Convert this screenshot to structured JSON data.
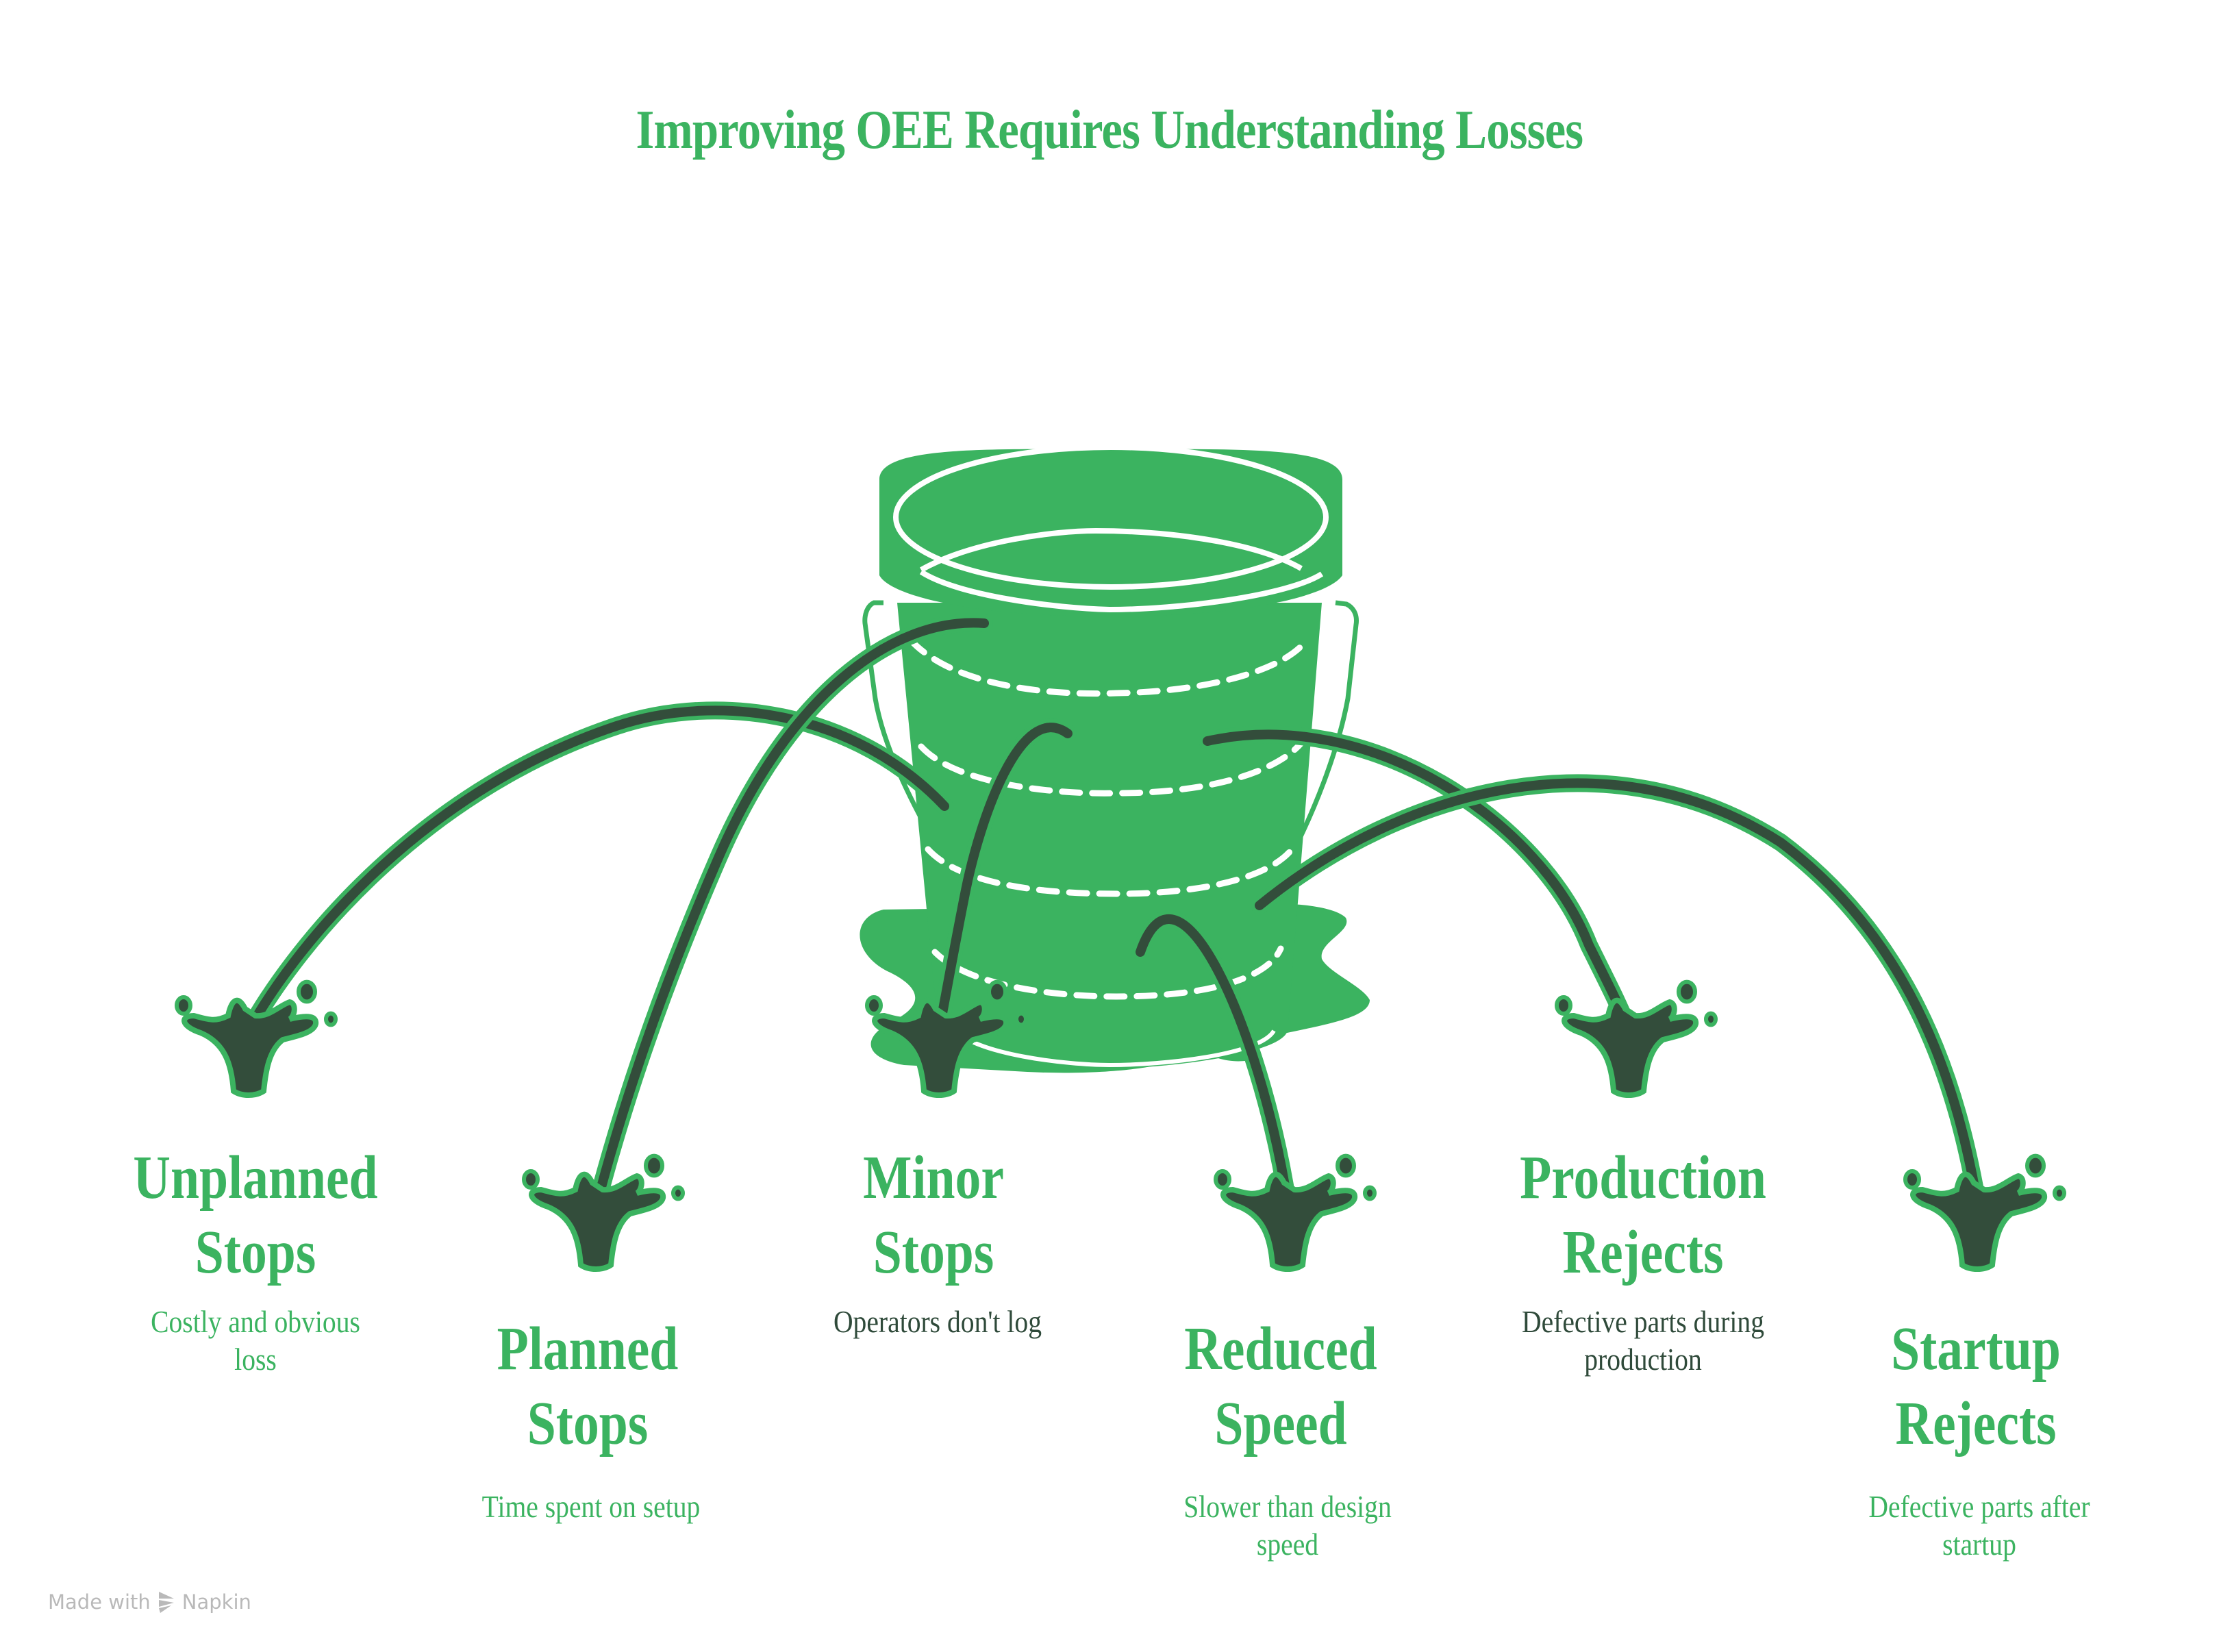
{
  "title": "Improving OEE Requires Understanding Losses",
  "colors": {
    "primary_green": "#3BB360",
    "dark_green": "#334D3B",
    "dark_text": "#2F4A3A",
    "background": "#FFFFFF",
    "watermark": "#B9B9B9"
  },
  "central_icon": "leaking-bucket-icon",
  "losses": [
    {
      "id": "unplanned-stops",
      "heading_line1": "Unplanned",
      "heading_line2": "Stops",
      "desc": "Costly and obvious loss",
      "desc_color": "green"
    },
    {
      "id": "planned-stops",
      "heading_line1": "Planned",
      "heading_line2": "Stops",
      "desc": "Time spent on setup",
      "desc_color": "green"
    },
    {
      "id": "minor-stops",
      "heading_line1": "Minor",
      "heading_line2": "Stops",
      "desc": "Operators don't log",
      "desc_color": "dark"
    },
    {
      "id": "reduced-speed",
      "heading_line1": "Reduced",
      "heading_line2": "Speed",
      "desc": "Slower than design speed",
      "desc_color": "green"
    },
    {
      "id": "production-rejects",
      "heading_line1": "Production",
      "heading_line2": "Rejects",
      "desc": "Defective parts during production",
      "desc_color": "dark"
    },
    {
      "id": "startup-rejects",
      "heading_line1": "Startup",
      "heading_line2": "Rejects",
      "desc": "Defective parts after startup",
      "desc_color": "green"
    }
  ],
  "watermark": {
    "prefix": "Made with",
    "brand": "Napkin",
    "icon": "napkin-logo-icon"
  }
}
